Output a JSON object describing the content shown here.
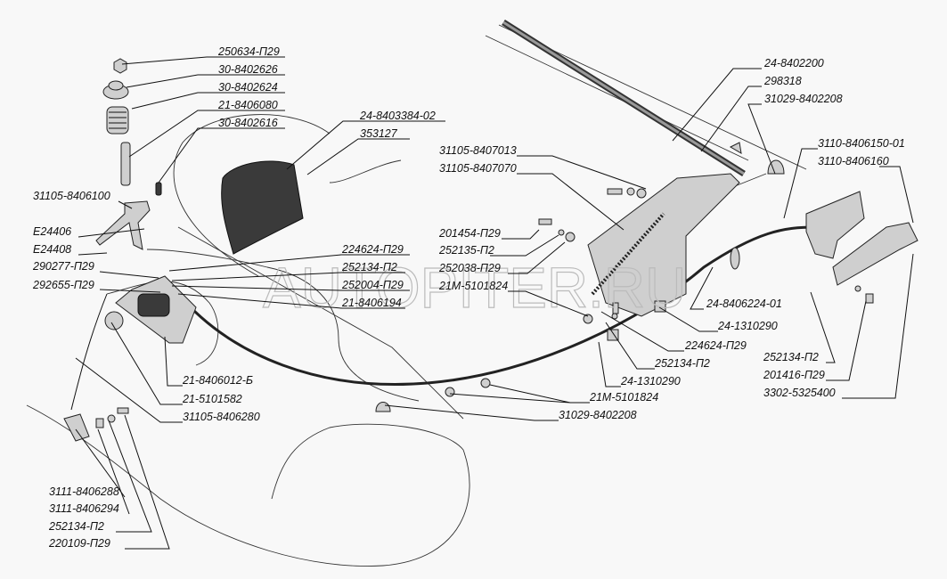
{
  "watermark": "AUTOPITER.RU",
  "labels": {
    "l01": "250634-П29",
    "l02": "30-8402626",
    "l03": "30-8402624",
    "l04": "21-8406080",
    "l05": "30-8402616",
    "l06": "24-8403384-02",
    "l07": "353127",
    "l08": "31105-8406100",
    "l09": "E24406",
    "l10": "E24408",
    "l11": "290277-П29",
    "l12": "292655-П29",
    "l13": "224624-П29",
    "l14": "252134-П2",
    "l15": "252004-П29",
    "l16": "21-8406194",
    "l17": "21-8406012-Б",
    "l18": "21-5101582",
    "l19": "31105-8406280",
    "l20": "3111-8406288",
    "l21": "3111-8406294",
    "l22": "252134-П2",
    "l23": "220109-П29",
    "l24": "24-8402200",
    "l25": "298318",
    "l26": "31029-8402208",
    "l27": "31105-8407013",
    "l28": "31105-8407070",
    "l29": "201454-П29",
    "l30": "252135-П2",
    "l31": "252038-П29",
    "l32": "21М-5101824",
    "l33": "3110-8406150-01",
    "l34": "3110-8406160",
    "l35": "24-8406224-01",
    "l36": "24-1310290",
    "l37": "224624-П29",
    "l38": "252134-П2",
    "l39": "24-1310290",
    "l40": "21М-5101824",
    "l41": "31029-8402208",
    "l42": "252134-П2",
    "l43": "201416-П29",
    "l44": "3302-5325400"
  }
}
